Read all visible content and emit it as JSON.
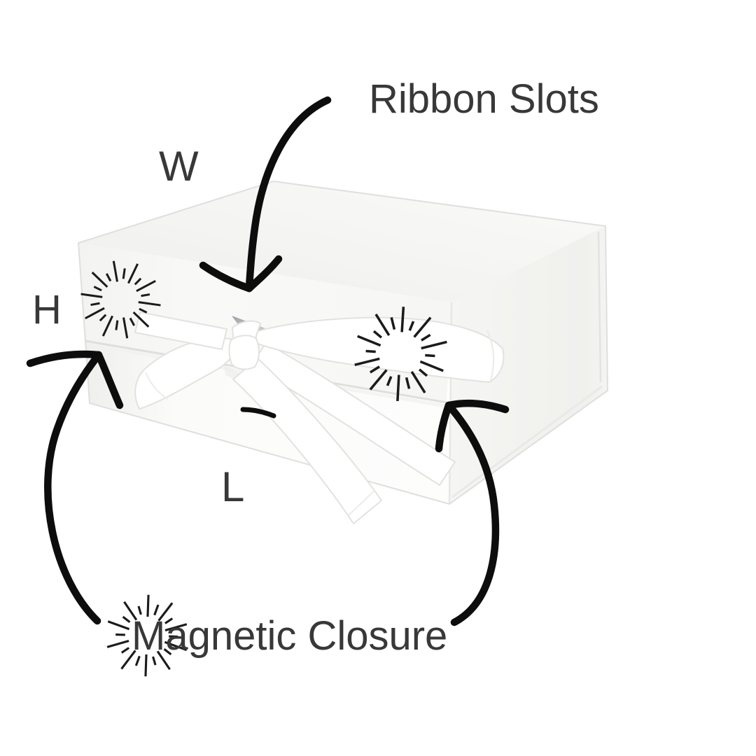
{
  "diagram": {
    "labels": {
      "ribbon_slots": "Ribbon Slots",
      "magnetic_closure": "Magnetic Closure",
      "width_abbr": "W",
      "height_abbr": "H",
      "length_abbr": "L"
    },
    "icons": {
      "sparkle_icon": "radial starburst of black dashes",
      "arrow_icon": "curved hand-drawn arrow with open v head"
    },
    "colors": {
      "background": "#ffffff",
      "label_text": "#383838",
      "annotation_ink": "#0d0d0d",
      "sparkle_ink": "#1b1b1b",
      "box_top": "#f3f3f1",
      "box_front": "#fcfcfb",
      "box_side": "#f1f1ee",
      "box_edge": "#dfdfdd",
      "ribbon": "#ffffff",
      "ribbon_edge": "#e2e2e0",
      "slot_shadow": "#aab0b5"
    }
  }
}
